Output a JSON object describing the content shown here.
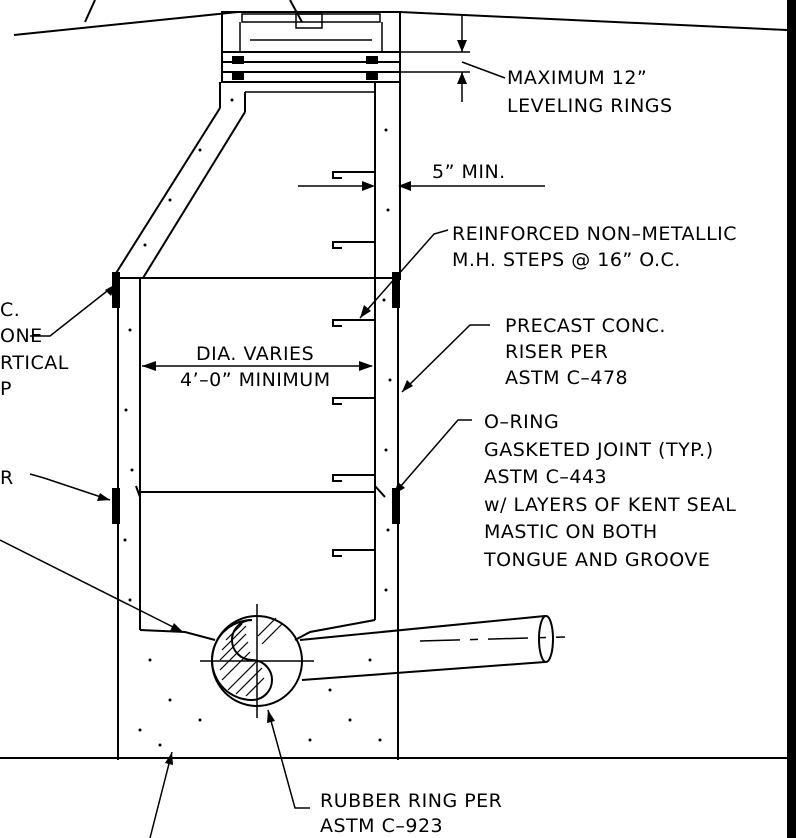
{
  "labels": {
    "leveling_rings": [
      "MAXIMUM 12”",
      "LEVELING RINGS"
    ],
    "step_clearance": "5” MIN.",
    "steps": [
      "REINFORCED NON–METALLIC",
      "M.H. STEPS @ 16” O.C."
    ],
    "riser": [
      "PRECAST CONC.",
      "RISER PER",
      "ASTM C–478"
    ],
    "diameter": [
      "DIA. VARIES",
      "4’–0” MINIMUM"
    ],
    "joint": [
      "O–RING",
      "GASKETED JOINT (TYP.)",
      "ASTM C–443",
      "w/ LAYERS OF KENT SEAL",
      "MASTIC ON BOTH",
      "TONGUE AND GROOVE"
    ],
    "rubber_ring": [
      "RUBBER RING PER",
      "ASTM C–923"
    ],
    "left_cone": [
      "C.",
      "ONE",
      "RTICAL",
      "P"
    ],
    "left_r": "R"
  },
  "colors": {
    "line": "#000000",
    "background": "#ffffff",
    "right_border": "#000000"
  }
}
